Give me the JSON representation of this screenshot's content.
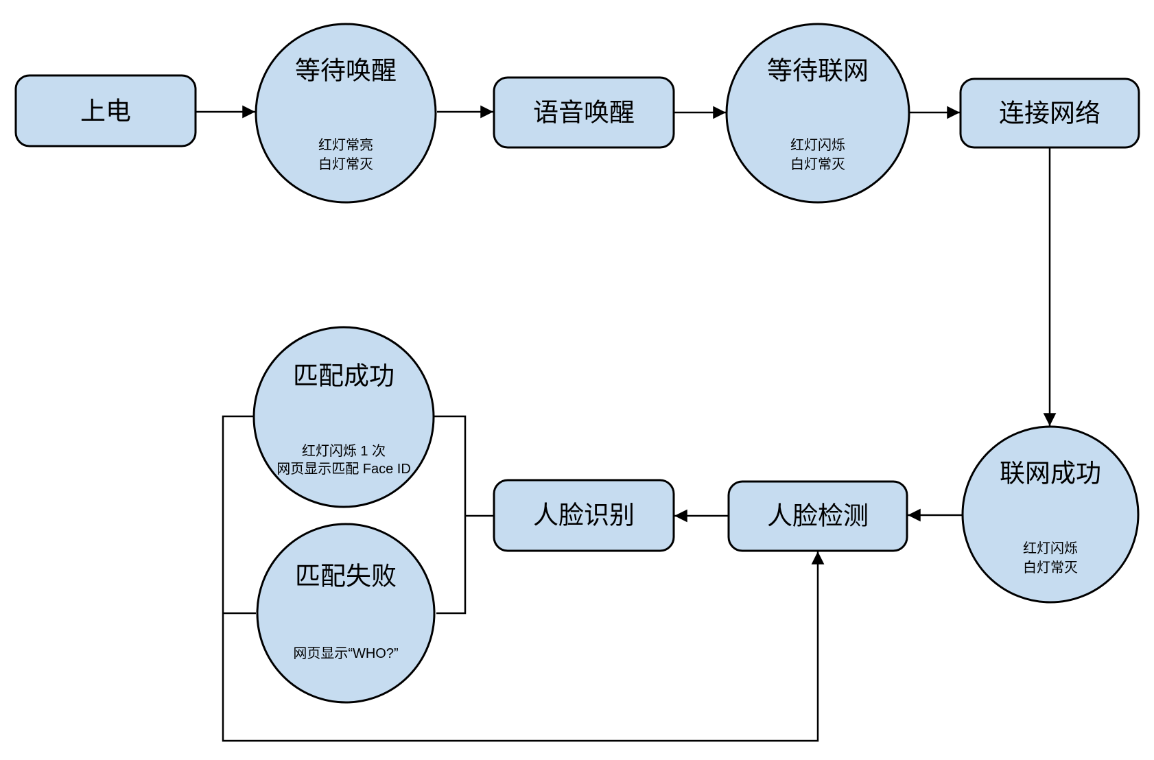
{
  "colors": {
    "background": "#ffffff",
    "node_fill": "#c6dcf0",
    "node_stroke": "#000000",
    "edge_color": "#000000"
  },
  "nodes": {
    "power_on": {
      "label": "上电"
    },
    "wait_wake": {
      "label": "等待唤醒",
      "notes": [
        "红灯常亮",
        "白灯常灭"
      ]
    },
    "voice_wake": {
      "label": "语音唤醒"
    },
    "wait_network": {
      "label": "等待联网",
      "notes": [
        "红灯闪烁",
        "白灯常灭"
      ]
    },
    "connect_network": {
      "label": "连接网络"
    },
    "network_success": {
      "label": "联网成功",
      "notes": [
        "红灯闪烁",
        "白灯常灭"
      ]
    },
    "face_detect": {
      "label": "人脸检测"
    },
    "face_recognize": {
      "label": "人脸识别"
    },
    "match_success": {
      "label": "匹配成功",
      "notes": [
        "红灯闪烁 1 次",
        "网页显示匹配 Face ID"
      ]
    },
    "match_fail": {
      "label": "匹配失败",
      "notes": [
        "网页显示“WHO?”"
      ]
    }
  },
  "edges": [
    {
      "from": "power_on",
      "to": "wait_wake",
      "arrow": true
    },
    {
      "from": "wait_wake",
      "to": "voice_wake",
      "arrow": true
    },
    {
      "from": "voice_wake",
      "to": "wait_network",
      "arrow": true
    },
    {
      "from": "wait_network",
      "to": "connect_network",
      "arrow": true
    },
    {
      "from": "connect_network",
      "to": "network_success",
      "arrow": true
    },
    {
      "from": "network_success",
      "to": "face_detect",
      "arrow": true
    },
    {
      "from": "face_detect",
      "to": "face_recognize",
      "arrow": true
    },
    {
      "from": "face_recognize",
      "to": "match_success",
      "arrow": false
    },
    {
      "from": "face_recognize",
      "to": "match_fail",
      "arrow": false
    },
    {
      "from": "match_success",
      "to": "face_detect",
      "arrow": true
    },
    {
      "from": "match_fail",
      "to": "face_detect",
      "arrow": true
    }
  ]
}
